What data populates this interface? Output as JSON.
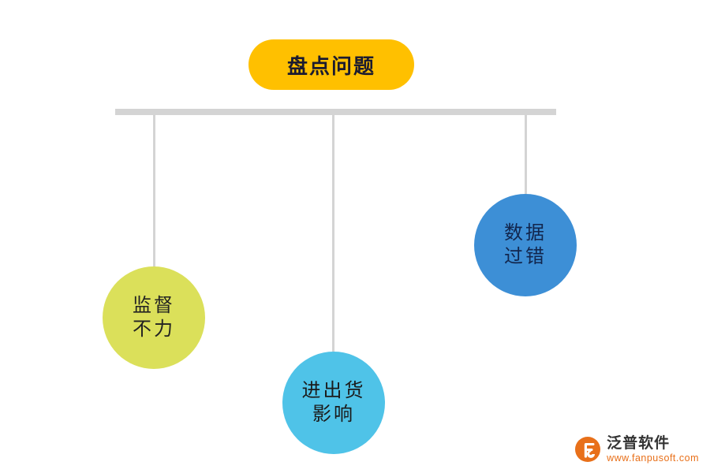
{
  "diagram": {
    "type": "mind-map",
    "title": "盘点问题",
    "title_color": "#ffc000",
    "connector_color": "#d4d4d4",
    "nodes": [
      {
        "id": "node-1",
        "lines": [
          "监督",
          "不力"
        ],
        "color": "#dbe05a"
      },
      {
        "id": "node-2",
        "lines": [
          "进出货",
          "影响"
        ],
        "color": "#4fc3e8"
      },
      {
        "id": "node-3",
        "lines": [
          "数据",
          "过错"
        ],
        "color": "#3d8fd6"
      }
    ]
  },
  "logo": {
    "name": "泛普软件",
    "url": "www.fanpusoft.com",
    "name_color": "#333333",
    "url_color": "#e8701a"
  }
}
